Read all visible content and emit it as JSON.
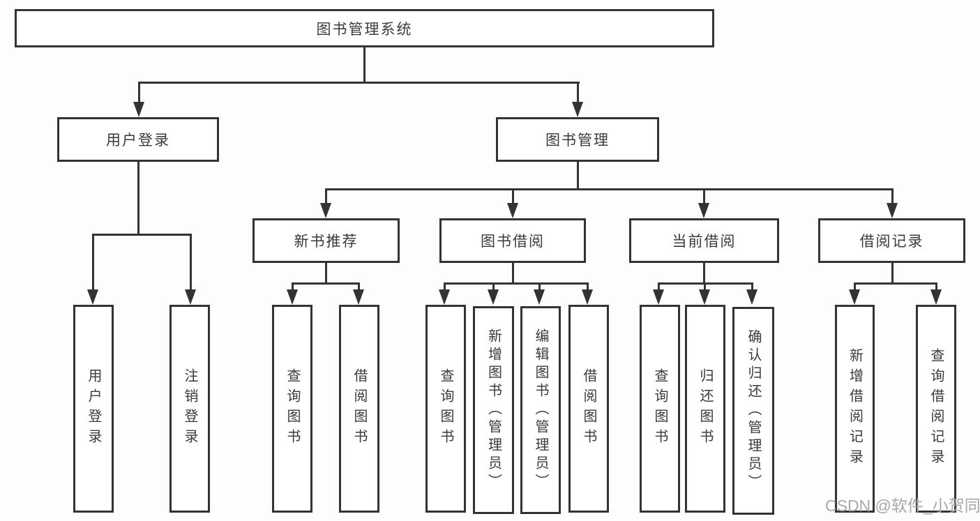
{
  "diagram": {
    "root": "图书管理系统",
    "user_login": {
      "label": "用户登录",
      "children": [
        "用户登录",
        "注销登录"
      ]
    },
    "book_mgmt": {
      "label": "图书管理",
      "sections": [
        {
          "label": "新书推荐",
          "children": [
            "查询图书",
            "借阅图书"
          ]
        },
        {
          "label": "图书借阅",
          "children": [
            "查询图书",
            "新增图书（管理员）",
            "编辑图书（管理员）",
            "借阅图书"
          ]
        },
        {
          "label": "当前借阅",
          "children": [
            "查询图书",
            "归还图书",
            "确认归还（管理员）"
          ]
        },
        {
          "label": "借阅记录",
          "children": [
            "新增借阅记录",
            "查询借阅记录"
          ]
        }
      ]
    }
  },
  "watermark": {
    "text": "CSDN @软件_小贺同学"
  },
  "colors": {
    "line": "#333333",
    "text": "#3a3a3a",
    "watermark": "#a8a8a8",
    "background": "#fdfdfd"
  }
}
